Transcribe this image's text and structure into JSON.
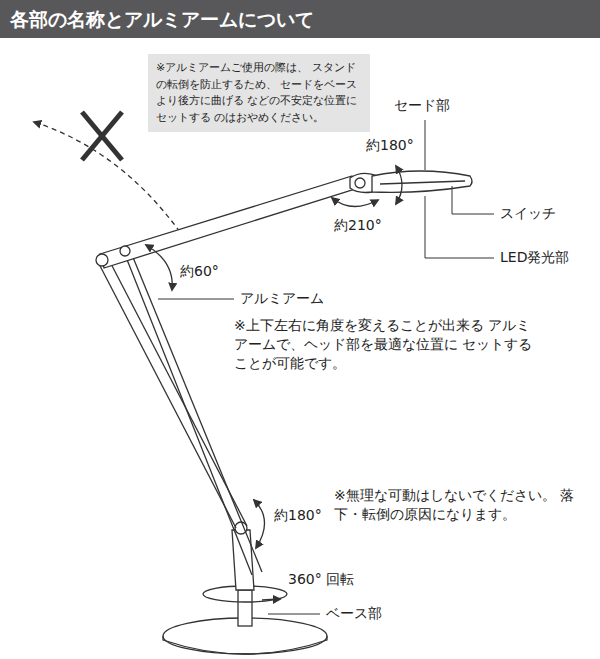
{
  "diagram": {
    "title": "各部の名称とアルミアームについて",
    "nodes": [
      {
        "text": [
          "※アルミアームご使用の際は、 スタンドの転倒を防止するため、 セードをベースより後方に曲げる などの不安定な位置にセットする のはおやめください。"
        ]
      }
    ],
    "labels": [
      "セード部",
      "約180°",
      "約210°",
      "スイッチ",
      "LED発光部",
      "約60°",
      "アルミアーム",
      "※上下左右に角度を変えることが出来る アルミアームで、ヘッド部を最適な位置に セットすることが可能です。",
      "約180°",
      "※無理な可動はしないでください。 落下・転倒の原因になります。",
      "360° 回転",
      "ベース部"
    ]
  }
}
